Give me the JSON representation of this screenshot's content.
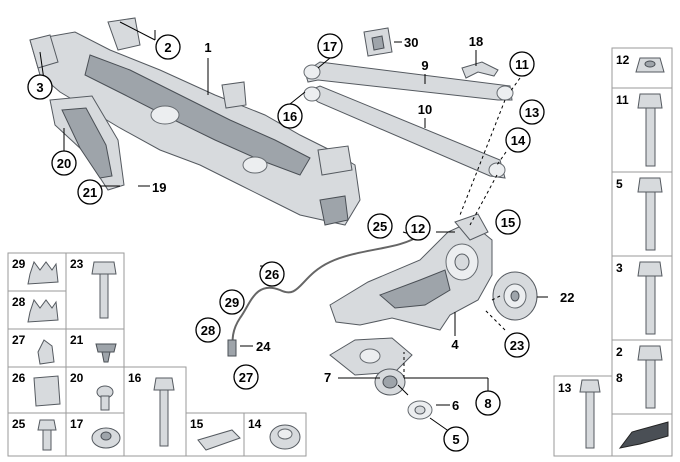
{
  "callouts": {
    "c1": "1",
    "c2": "2",
    "c3": "3",
    "c4": "4",
    "c5": "5",
    "c6": "6",
    "c7": "7",
    "c8": "8",
    "c9": "9",
    "c10": "10",
    "c11": "11",
    "c12": "12",
    "c13": "13",
    "c14": "14",
    "c15": "15",
    "c16": "16",
    "c17": "17",
    "c18": "18",
    "c19": "19",
    "c20": "20",
    "c21": "21",
    "c22": "22",
    "c23": "23",
    "c24": "24",
    "c25": "25",
    "c26": "26",
    "c27": "27",
    "c28": "28",
    "c29": "29",
    "c30": "30"
  },
  "legend_grid": {
    "cells": [
      "29",
      "23",
      "28",
      "27",
      "21",
      "26",
      "20",
      "16",
      "25",
      "17",
      "15",
      "14"
    ]
  },
  "right_column": {
    "cells": [
      "12",
      "11",
      "5",
      "3",
      "2",
      "8",
      "13"
    ]
  },
  "icon": "direction-arrow-icon"
}
